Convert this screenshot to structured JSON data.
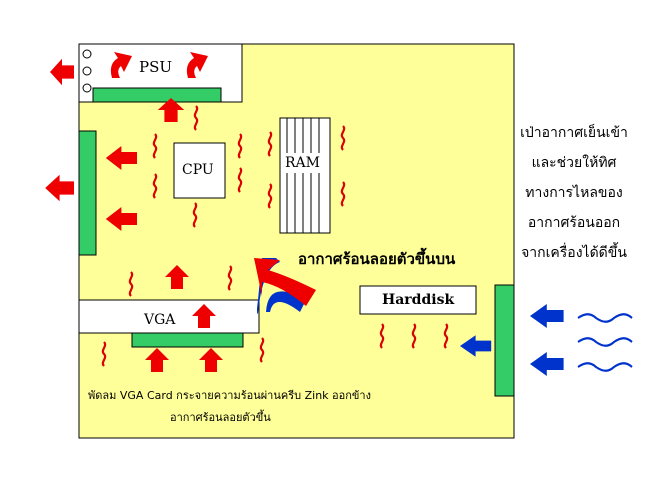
{
  "labels": {
    "psu": "PSU",
    "cpu": "CPU",
    "ram": "RAM",
    "vga": "VGA",
    "harddisk": "Harddisk",
    "hot_air_rises": "อากาศร้อนลอยตัวขึ้นบน",
    "vga_note_line1": "พัดลม VGA Card กระจายความร้อนผ่านครีบ Zink ออกข้าง",
    "vga_note_line2": "อากาศร้อนลอยตัวขึ้น"
  },
  "side_note": [
    "เป่าอากาศเย็นเข้า",
    "และช่วยให้ทิศ",
    "ทางการไหลของ",
    "อากาศร้อนออก",
    "จากเครื่องได้ดีขึ้น"
  ],
  "colors": {
    "case_fill": "#ffff99",
    "component_fill": "#ffffff",
    "fan_green": "#33cc66",
    "hot_arrow": "#ee0000",
    "cold_arrow": "#0033cc",
    "heat_wave": "#dd0000"
  }
}
